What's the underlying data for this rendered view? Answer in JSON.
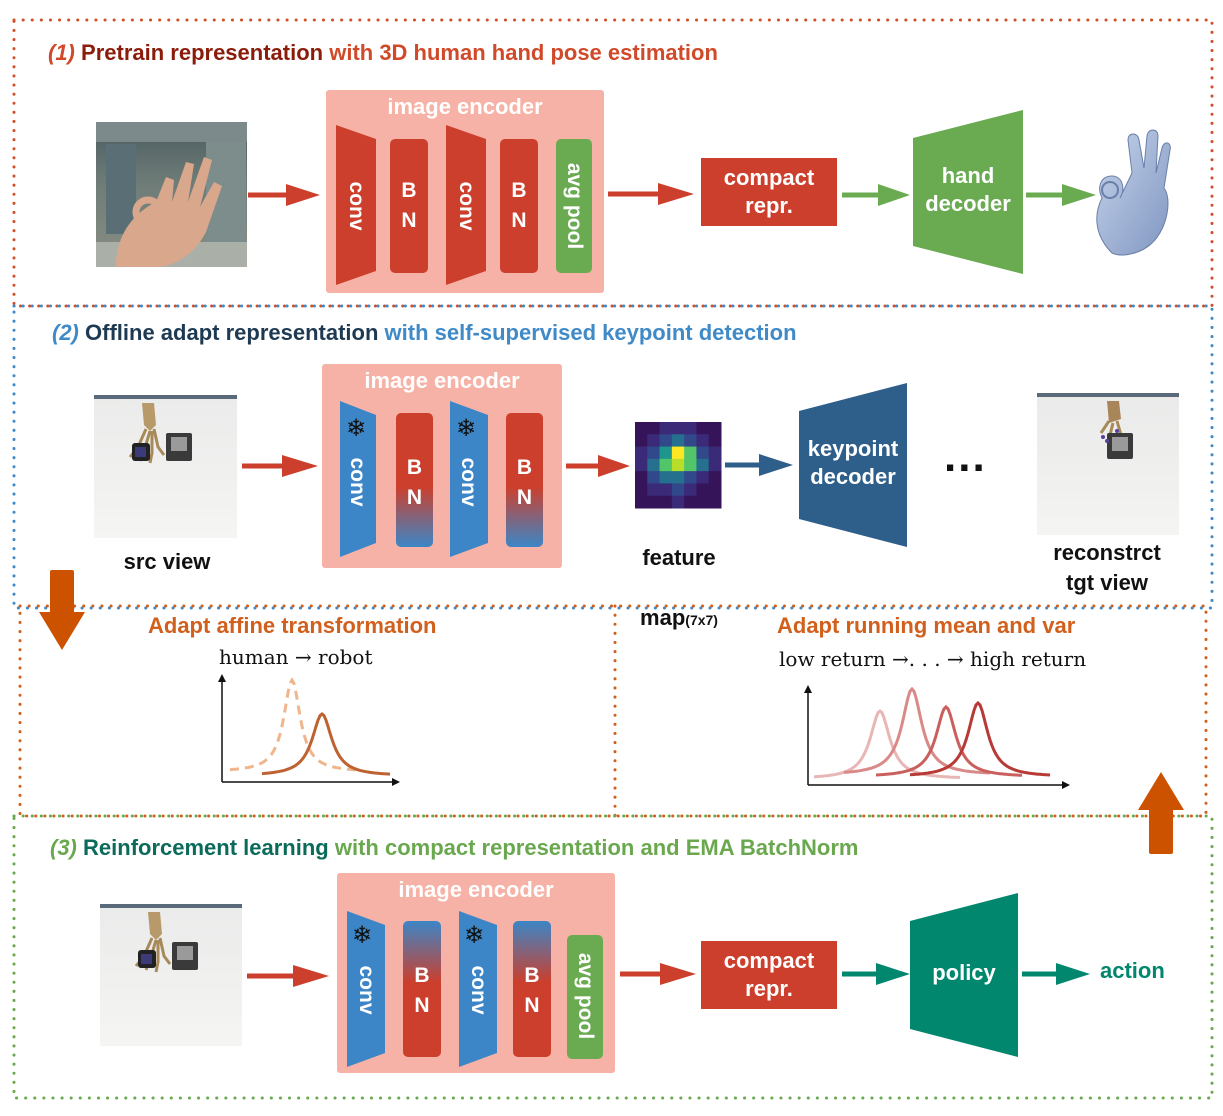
{
  "sections": {
    "pretrain": {
      "number": "(1)",
      "title_main": "Pretrain representation",
      "title_rest": "with 3D human hand pose estimation",
      "colors": {
        "border": "#d0502a",
        "main": "#8b1c0a",
        "rest": "#d04a2a"
      }
    },
    "adapt": {
      "number": "(2)",
      "title_main": "Offline adapt representation",
      "title_rest": "with self-supervised keypoint detection",
      "colors": {
        "border": "#3f8ac7",
        "main": "#1e3a52",
        "rest": "#3f8ac7"
      }
    },
    "rl": {
      "number": "(3)",
      "title_main": "Reinforcement learning",
      "title_rest": "with compact representation and EMA BatchNorm",
      "colors": {
        "border": "#6aa84f",
        "main": "#0b6b5a",
        "rest": "#6aa84f"
      }
    }
  },
  "encoder": {
    "title": "image encoder",
    "conv": "conv",
    "bn_top": "B",
    "bn_bottom": "N",
    "avg_pool": "avg pool",
    "snowflake": "❄"
  },
  "pretrain_row": {
    "compact": "compact\nrepr.",
    "decoder": "hand\ndecoder"
  },
  "adapt_row": {
    "src_label": "src view",
    "feature_label": "feature",
    "feature_label2": "map",
    "feature_size": "(7x7)",
    "decoder": "keypoint\ndecoder",
    "ellipsis": "...",
    "tgt_label": "reconstrct\ntgt view"
  },
  "subpanels": {
    "affine": {
      "title": "Adapt affine transformation",
      "caption": "human → robot"
    },
    "running": {
      "title": "Adapt running mean and var",
      "caption": "low return →. . . → high return"
    }
  },
  "rl_row": {
    "compact": "compact\nrepr.",
    "policy": "policy",
    "action": "action"
  },
  "colors": {
    "conv_red": "#cc3f2c",
    "conv_blue": "#3c86c7",
    "avgpool_green": "#6aab52",
    "hand_decoder_green": "#6aab52",
    "keypoint_decoder_blue": "#2e5e8a",
    "policy_teal": "#00876e",
    "orange_arrow": "#cc5200",
    "encoder_bg": "#f6b2a6"
  },
  "chart_data": [
    {
      "type": "line",
      "title": "human → robot",
      "series": [
        {
          "values": [
            0.02,
            0.05,
            0.15,
            0.9,
            0.2,
            0.05,
            0.02
          ]
        },
        {
          "values": [
            0.01,
            0.02,
            0.06,
            0.6,
            0.12,
            0.04,
            0.02
          ]
        }
      ]
    },
    {
      "type": "line",
      "title": "low return →. . . → high return",
      "series": [
        {
          "values": [
            0.05,
            0.7,
            0.05
          ]
        },
        {
          "values": [
            0.05,
            0.9,
            0.05
          ]
        },
        {
          "values": [
            0.05,
            0.75,
            0.05
          ]
        },
        {
          "values": [
            0.05,
            0.85,
            0.05
          ]
        }
      ]
    }
  ]
}
